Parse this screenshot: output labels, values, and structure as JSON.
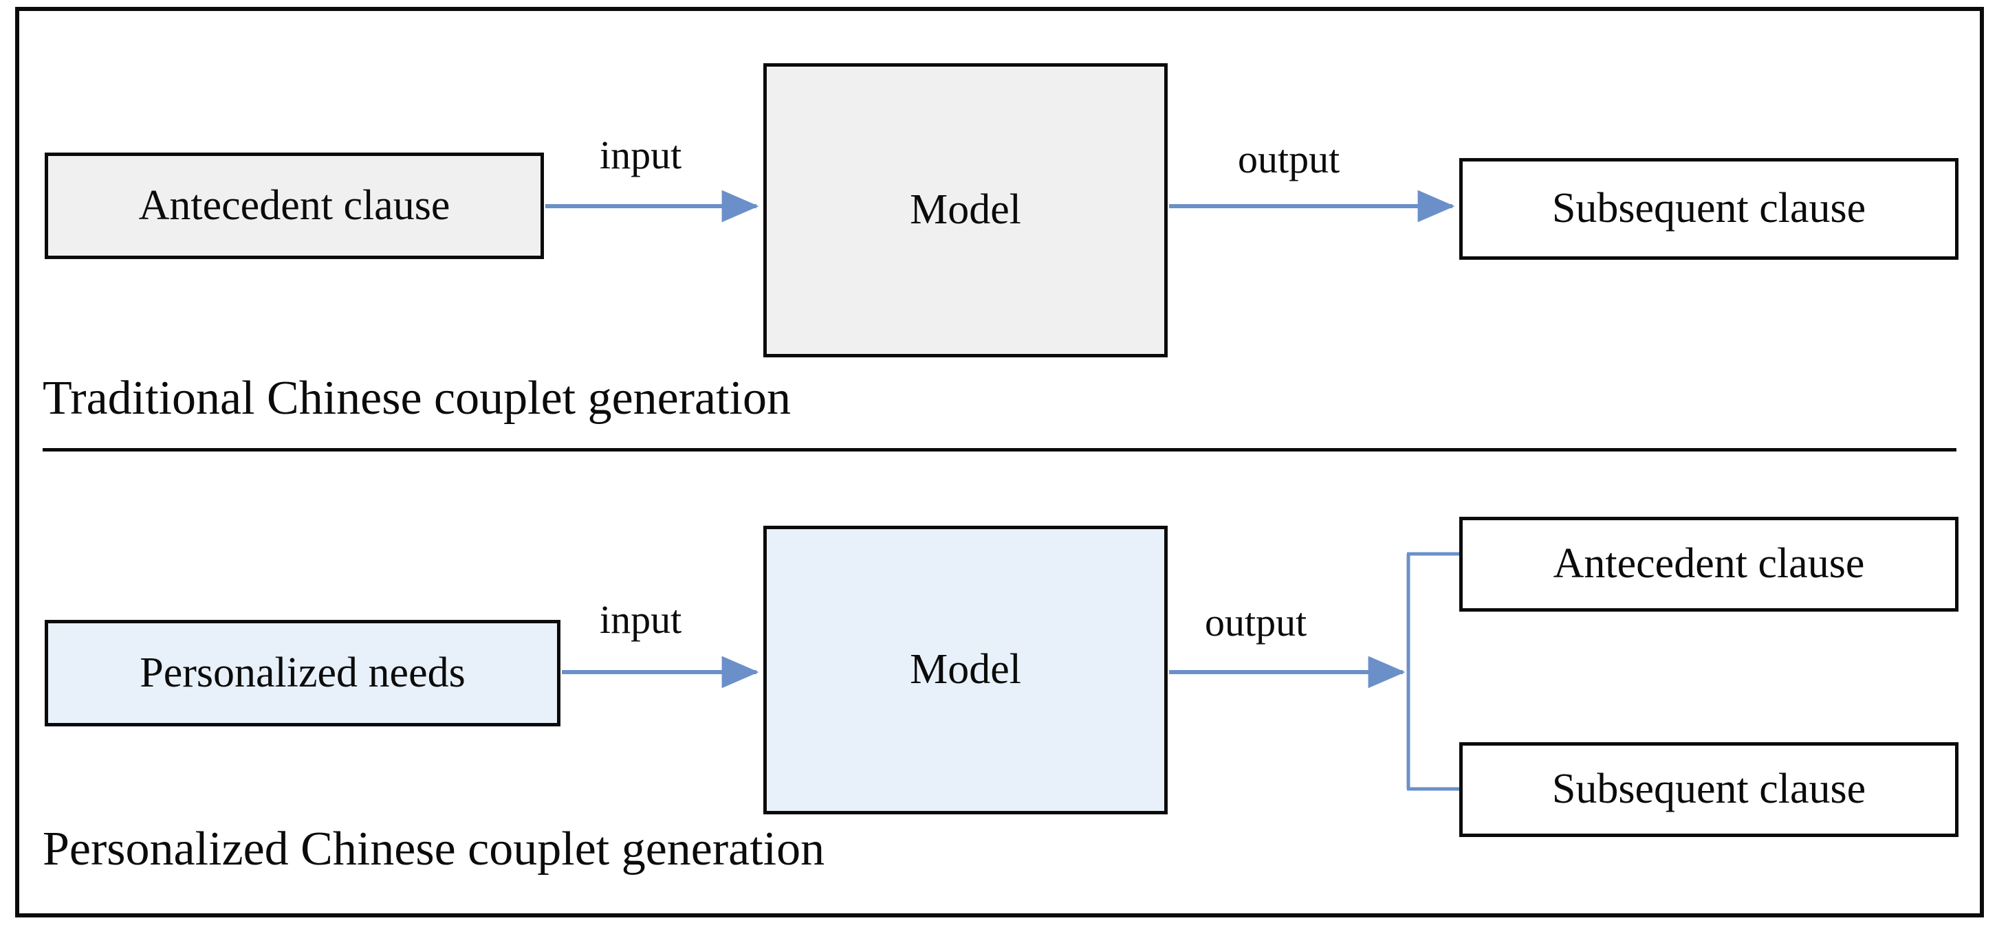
{
  "figure": {
    "colors": {
      "frame": "#0b0b0b",
      "box_border": "#0b0b0b",
      "gray_fill": "#f0f0f0",
      "blue_fill": "#e8f1f9",
      "white_fill": "#ffffff",
      "arrow": "#6b90c9",
      "text": "#0b0b0b"
    }
  },
  "sections": [
    {
      "id": "traditional",
      "caption": "Traditional Chinese couplet generation",
      "nodes": {
        "source": "Antecedent clause",
        "model": "Model",
        "target": "Subsequent clause"
      },
      "edges": {
        "input": "input",
        "output": "output"
      }
    },
    {
      "id": "personalized",
      "caption": "Personalized Chinese couplet generation",
      "nodes": {
        "source": "Personalized needs",
        "model": "Model",
        "target_first": "Antecedent clause",
        "target_second": "Subsequent clause"
      },
      "edges": {
        "input": "input",
        "output": "output"
      }
    }
  ]
}
